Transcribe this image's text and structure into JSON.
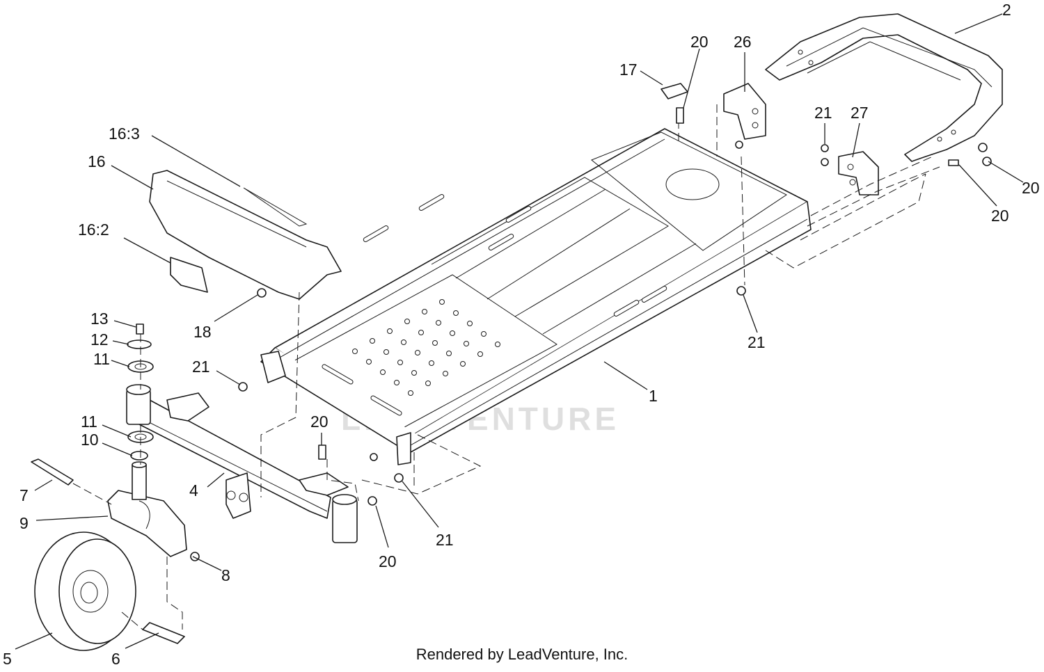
{
  "watermark": "LEADVENTURE",
  "footer": "Rendered by LeadVenture, Inc.",
  "callouts": {
    "c1": "1",
    "c2": "2",
    "c4": "4",
    "c5": "5",
    "c6": "6",
    "c7": "7",
    "c8": "8",
    "c9": "9",
    "c10": "10",
    "c11a": "11",
    "c11b": "11",
    "c12": "12",
    "c13": "13",
    "c16": "16",
    "c16_2": "16:2",
    "c16_3": "16:3",
    "c17": "17",
    "c18": "18",
    "c20a": "20",
    "c20b": "20",
    "c20c": "20",
    "c20d": "20",
    "c20e": "20",
    "c21a": "21",
    "c21b": "21",
    "c21c": "21",
    "c21d": "21",
    "c26": "26",
    "c27": "27"
  }
}
